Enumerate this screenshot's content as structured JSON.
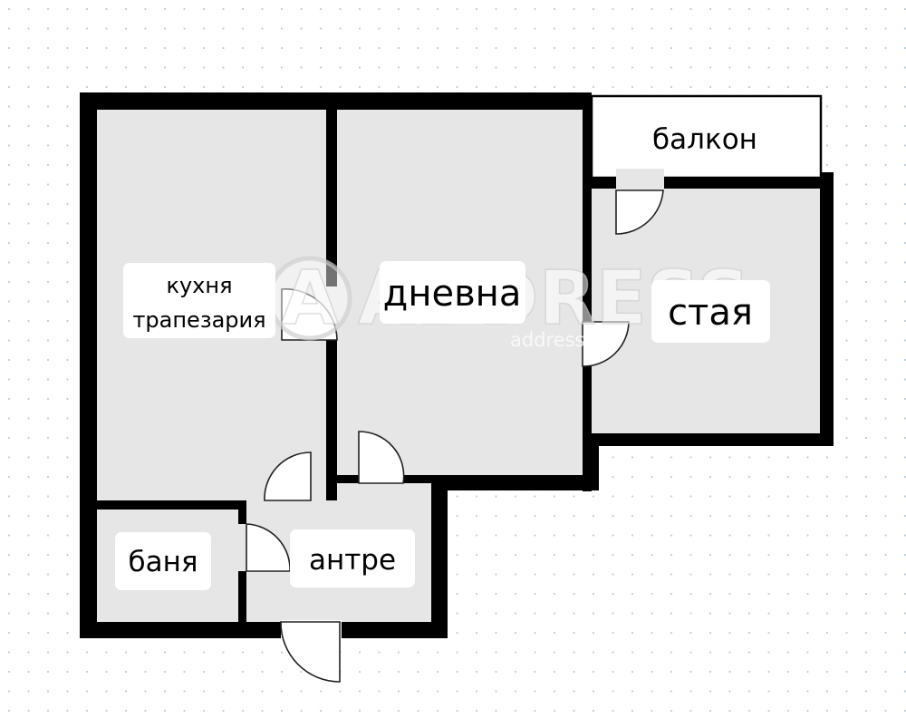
{
  "rooms": {
    "kitchen_line1": "кухня",
    "kitchen_line2": "трапезария",
    "living": "дневна",
    "balcony": "балкон",
    "bedroom": "стая",
    "bathroom": "баня",
    "hallway": "антре"
  },
  "watermark": {
    "logo_letter": "A",
    "brand": "ADDRESS",
    "site": "address.bg"
  },
  "colors": {
    "wall": "#000000",
    "floor": "#e6e6e6",
    "balcony_floor": "#ffffff",
    "background": "#ffffff",
    "grid_dot": "#b9cfe0",
    "door_line": "#222222"
  }
}
